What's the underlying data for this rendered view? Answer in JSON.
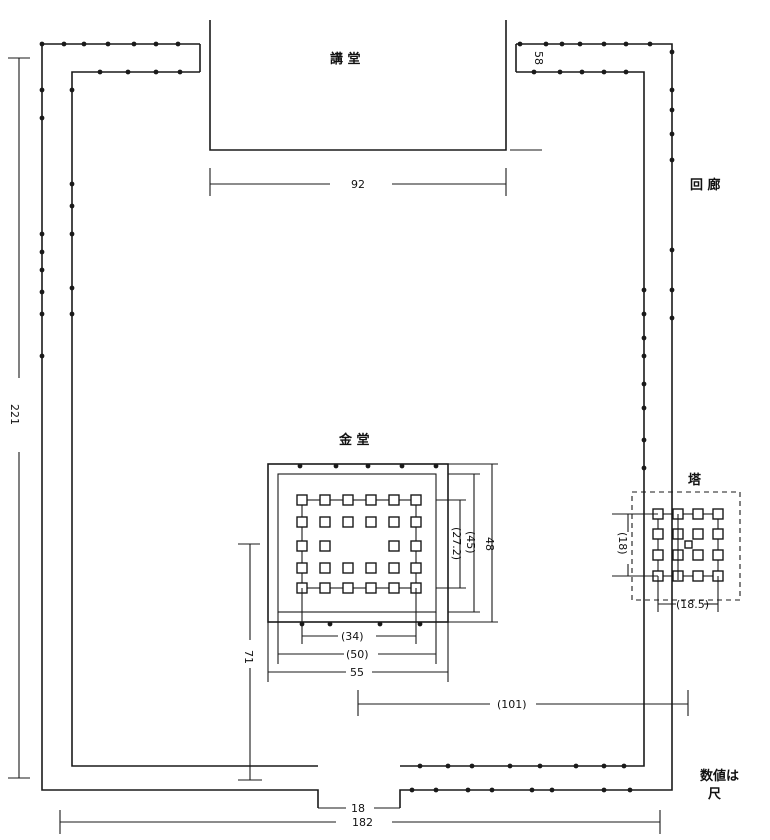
{
  "labels": {
    "lecture_hall": "講 堂",
    "corridor": "回 廊",
    "golden_hall": "金 堂",
    "pagoda": "塔",
    "unit_note_line1": "数値は",
    "unit_note_line2": "尺"
  },
  "dimensions": {
    "lecture_hall_width": "92",
    "lecture_hall_offset": "58",
    "total_height": "221",
    "golden_hall_inner_depth": "(27.2)",
    "golden_hall_mid_depth": "(45)",
    "golden_hall_outer_depth": "48",
    "golden_hall_inner_width": "(34)",
    "golden_hall_mid_width": "(50)",
    "golden_hall_outer_width": "55",
    "golden_hall_to_south": "71",
    "hall_to_pagoda": "(101)",
    "pagoda_depth": "(18)",
    "pagoda_width": "(18.5)",
    "gate_gap": "18",
    "total_width": "182"
  }
}
